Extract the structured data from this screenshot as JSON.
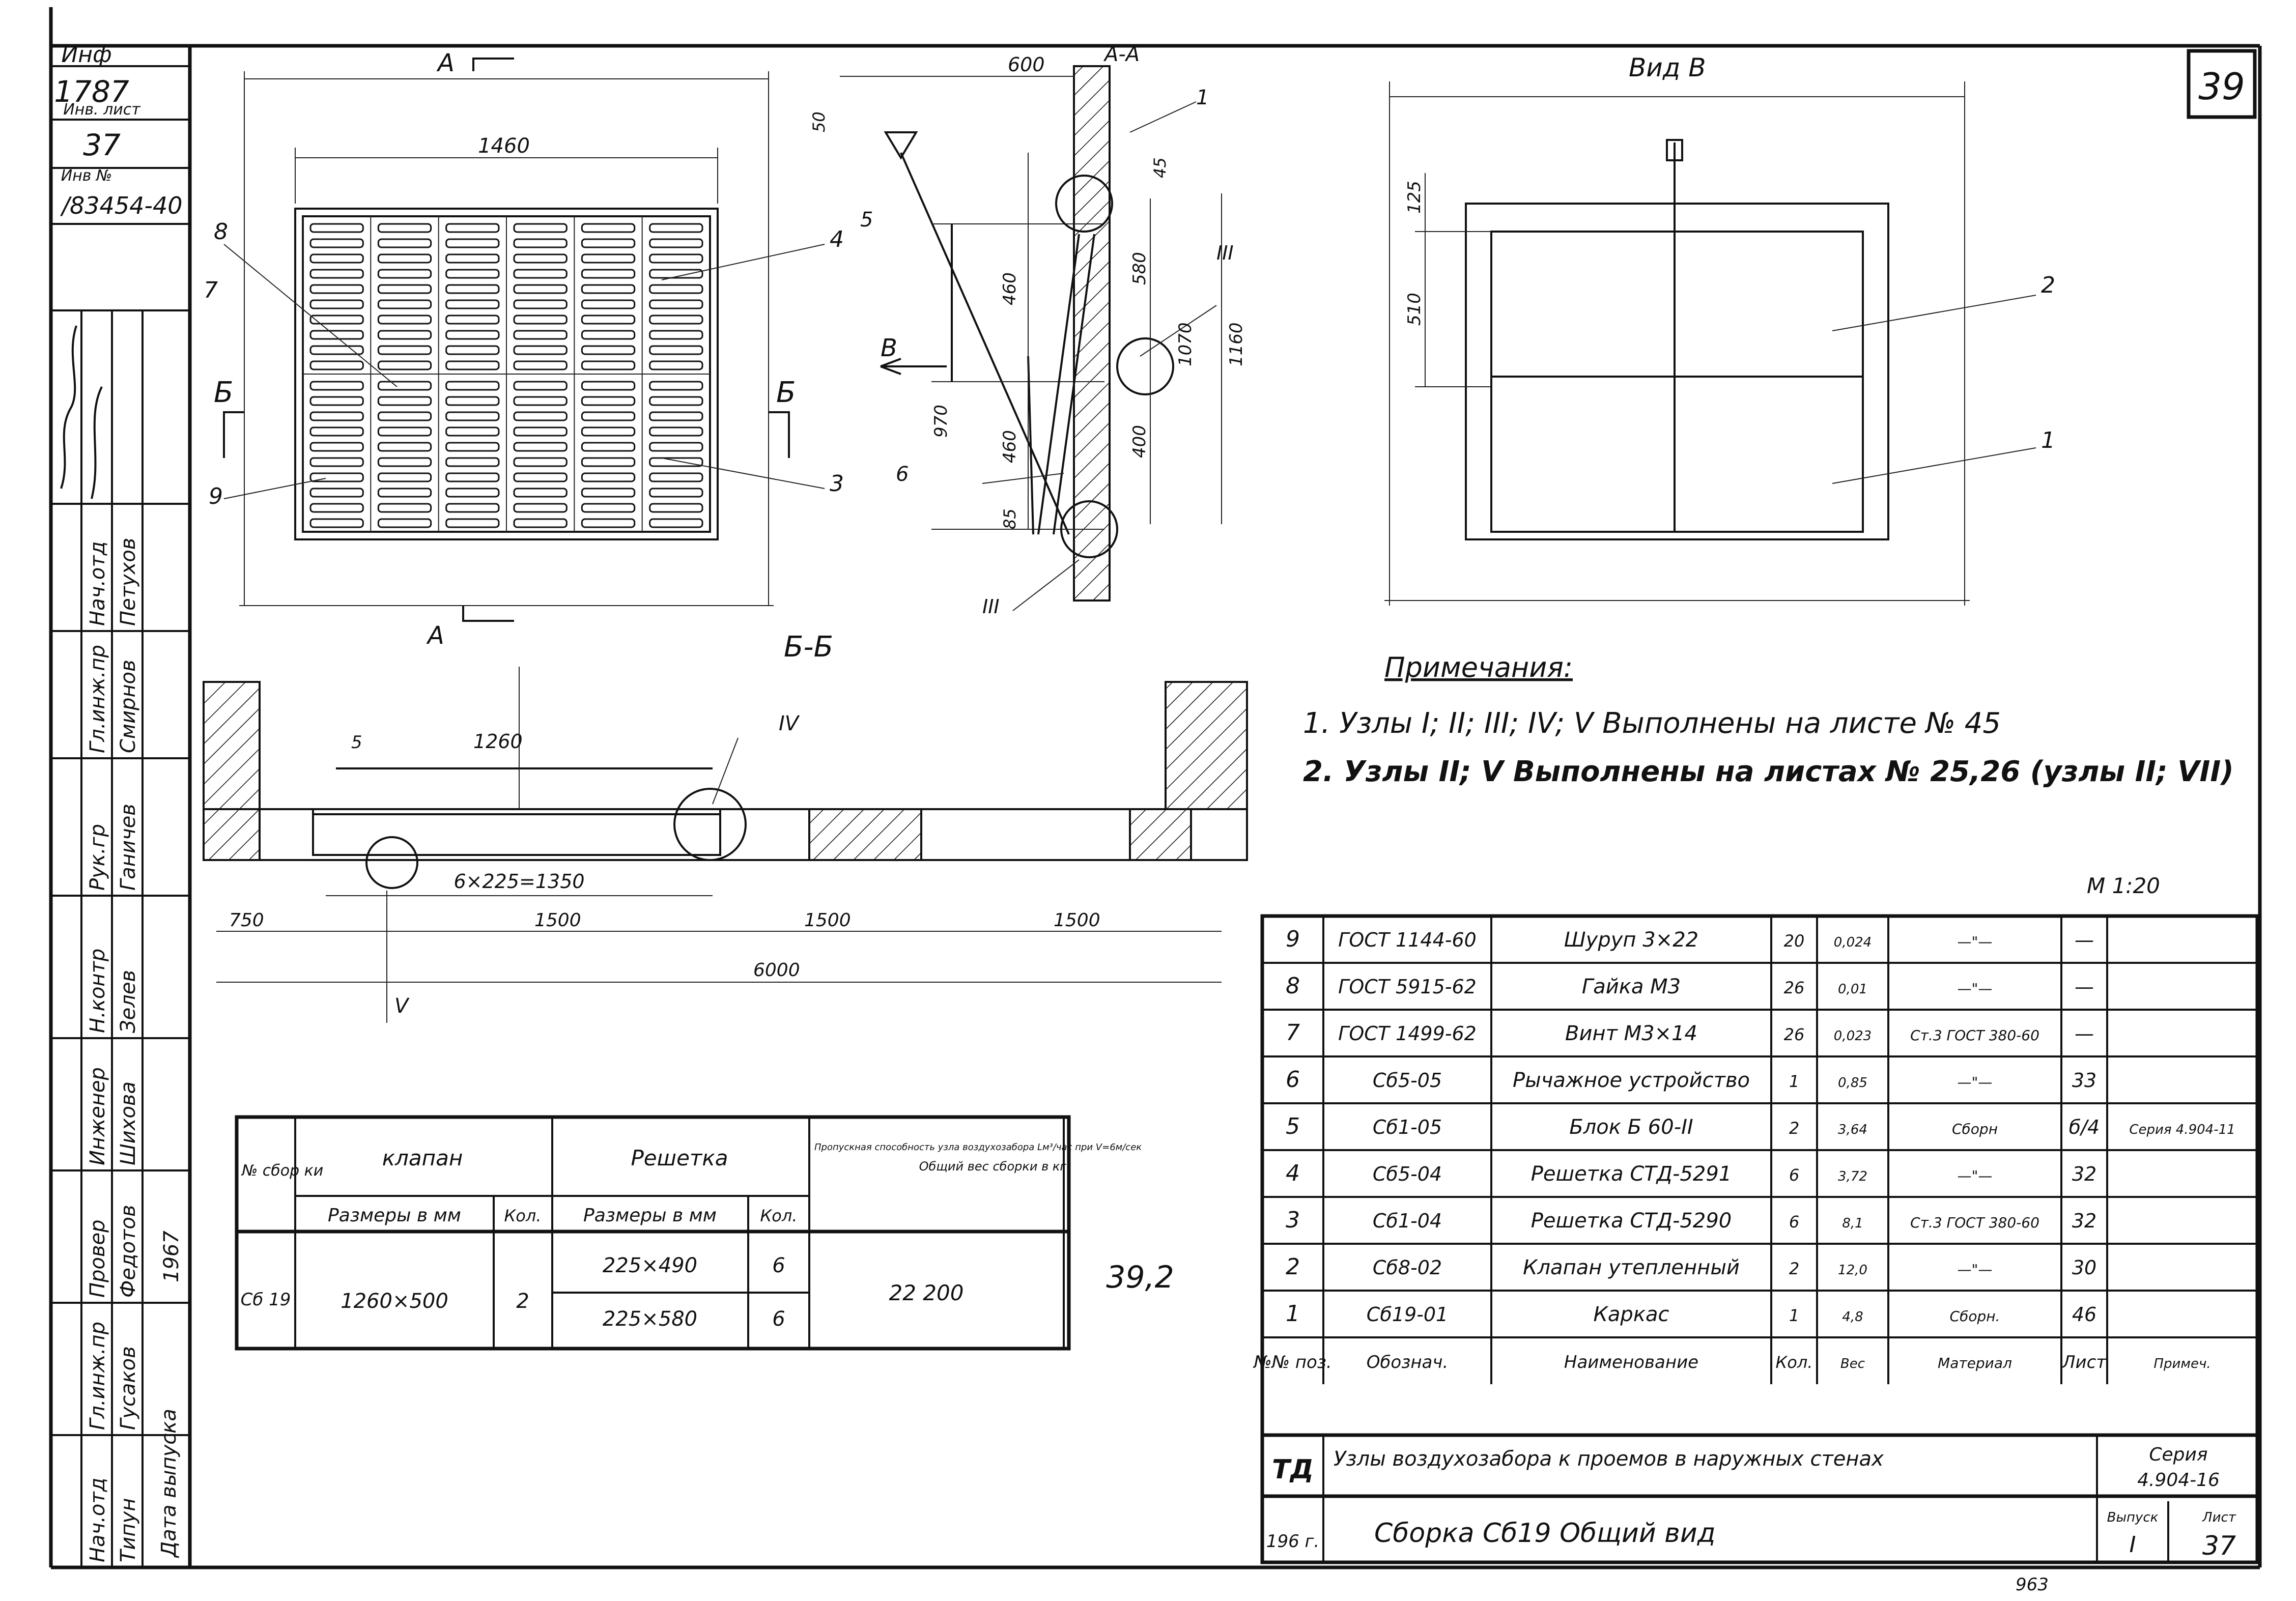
{
  "sheet": {
    "sheet_number": "39",
    "scale": "М 1:20",
    "stamp_number": "963"
  },
  "side_strip": {
    "inv_label": "Инф",
    "inv_value": "1787",
    "sheet_label": "Инв. лист",
    "sheet_value": "37",
    "inv_no_label": "Инв №",
    "inv_no_value": "/83454-40",
    "year": "1967",
    "role_rows": [
      {
        "role": "Нач.отд",
        "name": "Петухов"
      },
      {
        "role": "Гл.инж.пр",
        "name": "Смирнов"
      },
      {
        "role": "Рук.гр",
        "name": "Ганичев"
      },
      {
        "role": "Н.контр",
        "name": "Зелев"
      },
      {
        "role": "Инженер",
        "name": "Шихова"
      },
      {
        "role": "Провер",
        "name": "Федотов"
      },
      {
        "role": "Гл.инж.пр",
        "name": "Гусаков"
      },
      {
        "role": "Нач.отд",
        "name": "Типун"
      }
    ],
    "release_date_label": "Дата выпуска"
  },
  "view_front": {
    "section_mark_top": "А",
    "section_mark_bottom": "А",
    "width_dim": "1460",
    "section_left": "Б",
    "section_right": "Б",
    "callouts": [
      "8",
      "7",
      "9",
      "4",
      "3"
    ]
  },
  "view_section_aa": {
    "title": "А-А",
    "dims": [
      "600",
      "50",
      "45",
      "460",
      "970",
      "460",
      "85",
      "580",
      "400",
      "1070",
      "1160"
    ],
    "callouts": [
      "1",
      "5",
      "6"
    ],
    "nodes": [
      "III",
      "III"
    ],
    "view_arrow": "В"
  },
  "view_b": {
    "title": "Вид В",
    "dims": [
      "125",
      "510"
    ],
    "callouts": [
      "2",
      "1"
    ]
  },
  "view_section_bb": {
    "title": "Б-Б",
    "dims": [
      "5",
      "1260",
      "6×225=1350",
      "750",
      "1500",
      "1500",
      "1500",
      "6000"
    ],
    "nodes": [
      "IV",
      "V"
    ]
  },
  "notes": {
    "heading": "Примечания:",
    "lines": [
      "1. Узлы I; II; III; IV; V  Выполнены на листе № 45",
      "2. Узлы II; V  Выполнены на листах № 25,26 (узлы II; VII)"
    ]
  },
  "summary_table": {
    "headers": {
      "no": "№ сбор ки",
      "valve": "клапан",
      "grille": "Решетка",
      "throughput": "Пропускная способность узла воздухозабора Lм³/час при V=6м/сек",
      "weight": "Общий вес сборки в кг",
      "valve_size": "Размеры в мм",
      "valve_qty": "Кол.",
      "grille_size": "Размеры в мм",
      "grille_qty": "Кол."
    },
    "row": {
      "no": "Сб 19",
      "valve_size": "1260×500",
      "valve_qty": "2",
      "grille_sizes": [
        "225×490",
        "225×580"
      ],
      "grille_qtys": [
        "6",
        "6"
      ],
      "throughput": "22 200",
      "weight": "39,2"
    }
  },
  "spec_table": {
    "header": {
      "pos": "№№ поз.",
      "designation": "Обознач.",
      "name": "Наименование",
      "qty": "Кол.",
      "weight": "Вес",
      "material": "Материал",
      "sheet": "Лист",
      "note": "Примеч."
    },
    "rows": [
      {
        "pos": "9",
        "designation": "ГОСТ 1144-60",
        "name": "Шуруп 3×22",
        "qty": "20",
        "weight": "0,024",
        "material": "—\"—",
        "sheet": "—",
        "note": ""
      },
      {
        "pos": "8",
        "designation": "ГОСТ 5915-62",
        "name": "Гайка М3",
        "qty": "26",
        "weight": "0,01",
        "material": "—\"—",
        "sheet": "—",
        "note": ""
      },
      {
        "pos": "7",
        "designation": "ГОСТ 1499-62",
        "name": "Винт М3×14",
        "qty": "26",
        "weight": "0,023",
        "material": "Ст.3 ГОСТ 380-60",
        "sheet": "—",
        "note": ""
      },
      {
        "pos": "6",
        "designation": "Сб5-05",
        "name": "Рычажное устройство",
        "qty": "1",
        "weight": "0,85",
        "material": "—\"—",
        "sheet": "33",
        "note": ""
      },
      {
        "pos": "5",
        "designation": "Сб1-05",
        "name": "Блок Б 60-II",
        "qty": "2",
        "weight": "3,64",
        "material": "Сборн",
        "sheet": "б/4",
        "note": "Серия 4.904-11"
      },
      {
        "pos": "4",
        "designation": "Сб5-04",
        "name": "Решетка СТД-5291",
        "qty": "6",
        "weight": "3,72",
        "material": "—\"—",
        "sheet": "32",
        "note": ""
      },
      {
        "pos": "3",
        "designation": "Сб1-04",
        "name": "Решетка СТД-5290",
        "qty": "6",
        "weight": "8,1",
        "material": "Ст.3 ГОСТ 380-60",
        "sheet": "32",
        "note": ""
      },
      {
        "pos": "2",
        "designation": "Сб8-02",
        "name": "Клапан утепленный",
        "qty": "2",
        "weight": "12,0",
        "material": "—\"—",
        "sheet": "30",
        "note": ""
      },
      {
        "pos": "1",
        "designation": "Сб19-01",
        "name": "Каркас",
        "qty": "1",
        "weight": "4,8",
        "material": "Сборн.",
        "sheet": "46",
        "note": ""
      }
    ],
    "title_block": {
      "org": "ТД",
      "title": "Узлы воздухозабора к проемов в наружных стенах",
      "series_label": "Серия",
      "series_value": "4.904-16",
      "year": "196 г.",
      "subtitle": "Сборка Сб19  Общий вид",
      "issue_label": "Выпуск",
      "issue_value": "I",
      "sheet_label": "Лист",
      "sheet_value": "37"
    }
  }
}
